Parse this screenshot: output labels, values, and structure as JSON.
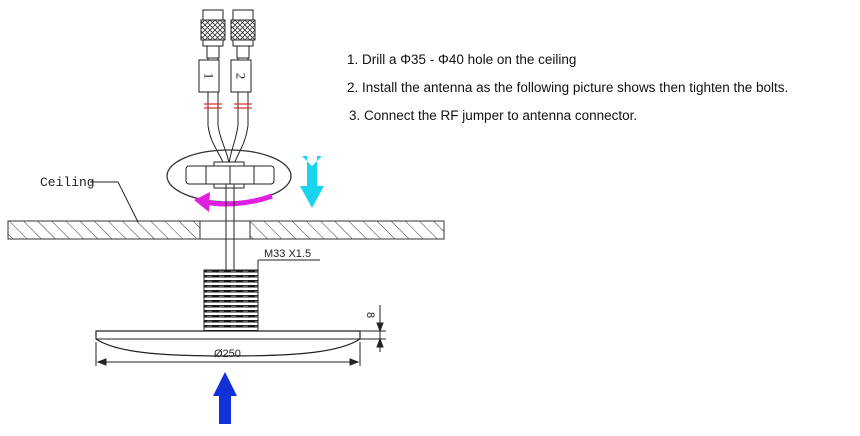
{
  "diagram": {
    "ceiling_label": "Ceiling",
    "thread_label": "M33 X1.5",
    "diameter_label": "Ø250",
    "height_label": "8",
    "connector_labels": [
      "1",
      "2"
    ]
  },
  "instructions": [
    "1. Drill a Φ35 - Φ40 hole on the ceiling",
    "2. Install the antenna as the following picture shows then tighten the bolts.",
    "3. Connect the RF jumper to antenna connector."
  ],
  "colors": {
    "line": "#222222",
    "rotation_arrow": "#e020e0",
    "tighten_arrow": "#19d4ee",
    "install_arrow": "#1030d8"
  }
}
